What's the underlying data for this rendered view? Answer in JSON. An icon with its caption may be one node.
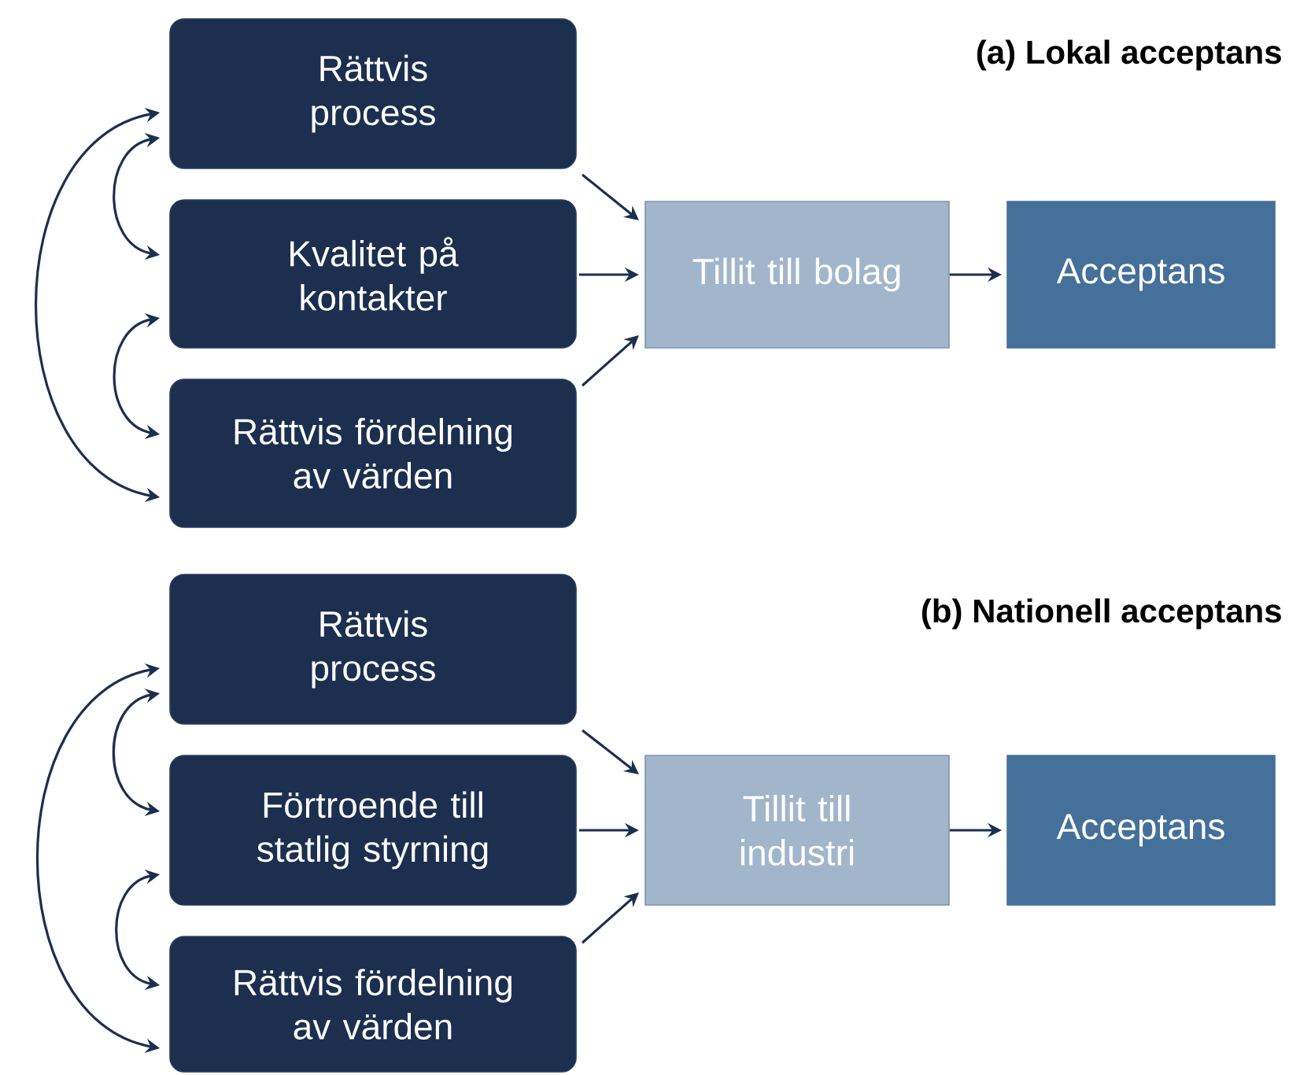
{
  "diagram": {
    "nodes": [
      {
        "text": [
          "Rättvis process"
        ]
      },
      {
        "text": [
          "Kvalitet på kontakter"
        ]
      },
      {
        "text": [
          "Rättvis fördelning av värden"
        ]
      },
      {
        "text": [
          "Tillit till bolag"
        ]
      },
      {
        "text": [
          "Acceptans"
        ]
      },
      {
        "text": [
          "Rättvis process"
        ]
      },
      {
        "text": [
          "Förtroende till statlig styrning"
        ]
      },
      {
        "text": [
          "Rättvis fördelning av värden"
        ]
      },
      {
        "text": [
          "Tillit till industri"
        ]
      },
      {
        "text": [
          "Acceptans"
        ]
      }
    ],
    "edges": [
      {
        "from": 0,
        "to": 1,
        "arrow": "both"
      },
      {
        "from": 1,
        "to": 2,
        "arrow": "both"
      },
      {
        "from": 0,
        "to": 2,
        "arrow": "both"
      },
      {
        "from": 0,
        "to": 3,
        "arrow": "to"
      },
      {
        "from": 1,
        "to": 3,
        "arrow": "to"
      },
      {
        "from": 2,
        "to": 3,
        "arrow": "to"
      },
      {
        "from": 3,
        "to": 4,
        "arrow": "to"
      },
      {
        "from": 5,
        "to": 6,
        "arrow": "both"
      },
      {
        "from": 6,
        "to": 7,
        "arrow": "both"
      },
      {
        "from": 5,
        "to": 7,
        "arrow": "both"
      },
      {
        "from": 5,
        "to": 8,
        "arrow": "to"
      },
      {
        "from": 6,
        "to": 8,
        "arrow": "to"
      },
      {
        "from": 7,
        "to": 8,
        "arrow": "to"
      },
      {
        "from": 8,
        "to": 9,
        "arrow": "to"
      }
    ],
    "labels": [
      "(a) Lokal acceptans",
      "(b) Nationell acceptans"
    ]
  }
}
